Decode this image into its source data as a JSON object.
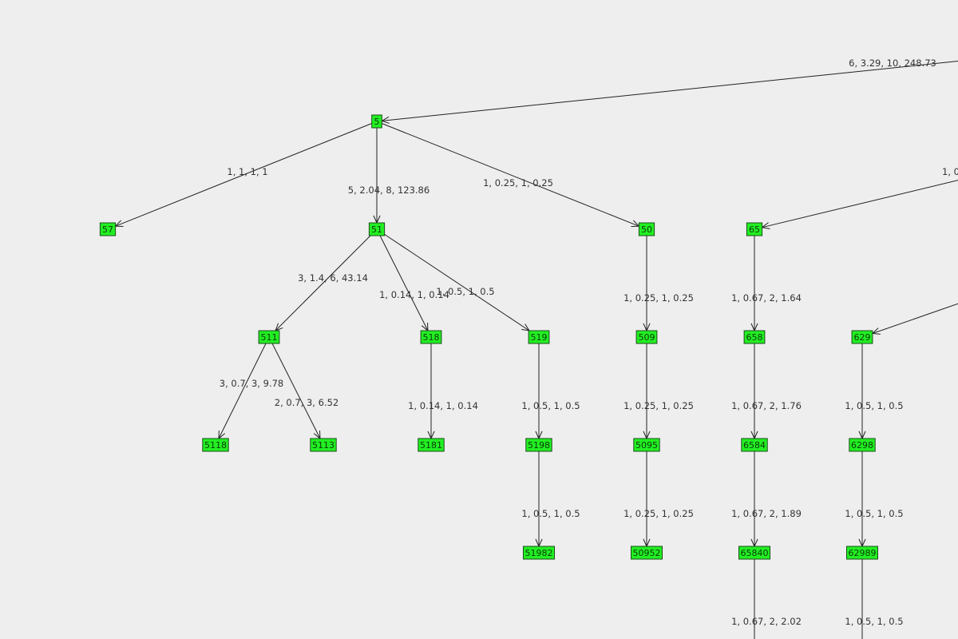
{
  "colors": {
    "background": "#eeeeee",
    "node_fill": "#22ee22",
    "node_border": "#1a4d1a",
    "edge": "#222222",
    "label": "#333333"
  },
  "nodes": [
    {
      "id": "5",
      "label": "5"
    },
    {
      "id": "57",
      "label": "57"
    },
    {
      "id": "51",
      "label": "51"
    },
    {
      "id": "50",
      "label": "50"
    },
    {
      "id": "65",
      "label": "65"
    },
    {
      "id": "511",
      "label": "511"
    },
    {
      "id": "518",
      "label": "518"
    },
    {
      "id": "519",
      "label": "519"
    },
    {
      "id": "509",
      "label": "509"
    },
    {
      "id": "658",
      "label": "658"
    },
    {
      "id": "629",
      "label": "629"
    },
    {
      "id": "5118",
      "label": "5118"
    },
    {
      "id": "5113",
      "label": "5113"
    },
    {
      "id": "5181",
      "label": "5181"
    },
    {
      "id": "5198",
      "label": "5198"
    },
    {
      "id": "5095",
      "label": "5095"
    },
    {
      "id": "6584",
      "label": "6584"
    },
    {
      "id": "6298",
      "label": "6298"
    },
    {
      "id": "51982",
      "label": "51982"
    },
    {
      "id": "50952",
      "label": "50952"
    },
    {
      "id": "65840",
      "label": "65840"
    },
    {
      "id": "62989",
      "label": "62989"
    }
  ],
  "edges": [
    {
      "from": "offscreen-top",
      "to": "5",
      "label": "6, 3.29, 10, 248.73"
    },
    {
      "from": "5",
      "to": "57",
      "label": "1, 1, 1, 1"
    },
    {
      "from": "5",
      "to": "51",
      "label": "5, 2.04, 8, 123.86"
    },
    {
      "from": "5",
      "to": "50",
      "label": "1, 0.25, 1, 0.25"
    },
    {
      "from": "offscreen-right-a",
      "to": "65",
      "label": "1, 0"
    },
    {
      "from": "51",
      "to": "511",
      "label": "3, 1.4, 6, 43.14"
    },
    {
      "from": "51",
      "to": "518",
      "label": "1, 0.14, 1, 0.14"
    },
    {
      "from": "51",
      "to": "519",
      "label": "1, 0.5, 1, 0.5"
    },
    {
      "from": "50",
      "to": "509",
      "label": "1, 0.25, 1, 0.25"
    },
    {
      "from": "65",
      "to": "658",
      "label": "1, 0.67, 2, 1.64"
    },
    {
      "from": "offscreen-right-b",
      "to": "629",
      "label": ""
    },
    {
      "from": "511",
      "to": "5118",
      "label": "3, 0.7, 3, 9.78"
    },
    {
      "from": "511",
      "to": "5113",
      "label": "2, 0.7, 3, 6.52"
    },
    {
      "from": "518",
      "to": "5181",
      "label": "1, 0.14, 1, 0.14"
    },
    {
      "from": "519",
      "to": "5198",
      "label": "1, 0.5, 1, 0.5"
    },
    {
      "from": "509",
      "to": "5095",
      "label": "1, 0.25, 1, 0.25"
    },
    {
      "from": "658",
      "to": "6584",
      "label": "1, 0.67, 2, 1.76"
    },
    {
      "from": "629",
      "to": "6298",
      "label": "1, 0.5, 1, 0.5"
    },
    {
      "from": "5198",
      "to": "51982",
      "label": "1, 0.5, 1, 0.5"
    },
    {
      "from": "5095",
      "to": "50952",
      "label": "1, 0.25, 1, 0.25"
    },
    {
      "from": "6584",
      "to": "65840",
      "label": "1, 0.67, 2, 1.89"
    },
    {
      "from": "6298",
      "to": "62989",
      "label": "1, 0.5, 1, 0.5"
    },
    {
      "from": "65840",
      "to": "offscreen-bottom-a",
      "label": "1, 0.67, 2, 2.02"
    },
    {
      "from": "62989",
      "to": "offscreen-bottom-b",
      "label": "1, 0.5, 1, 0.5"
    }
  ]
}
